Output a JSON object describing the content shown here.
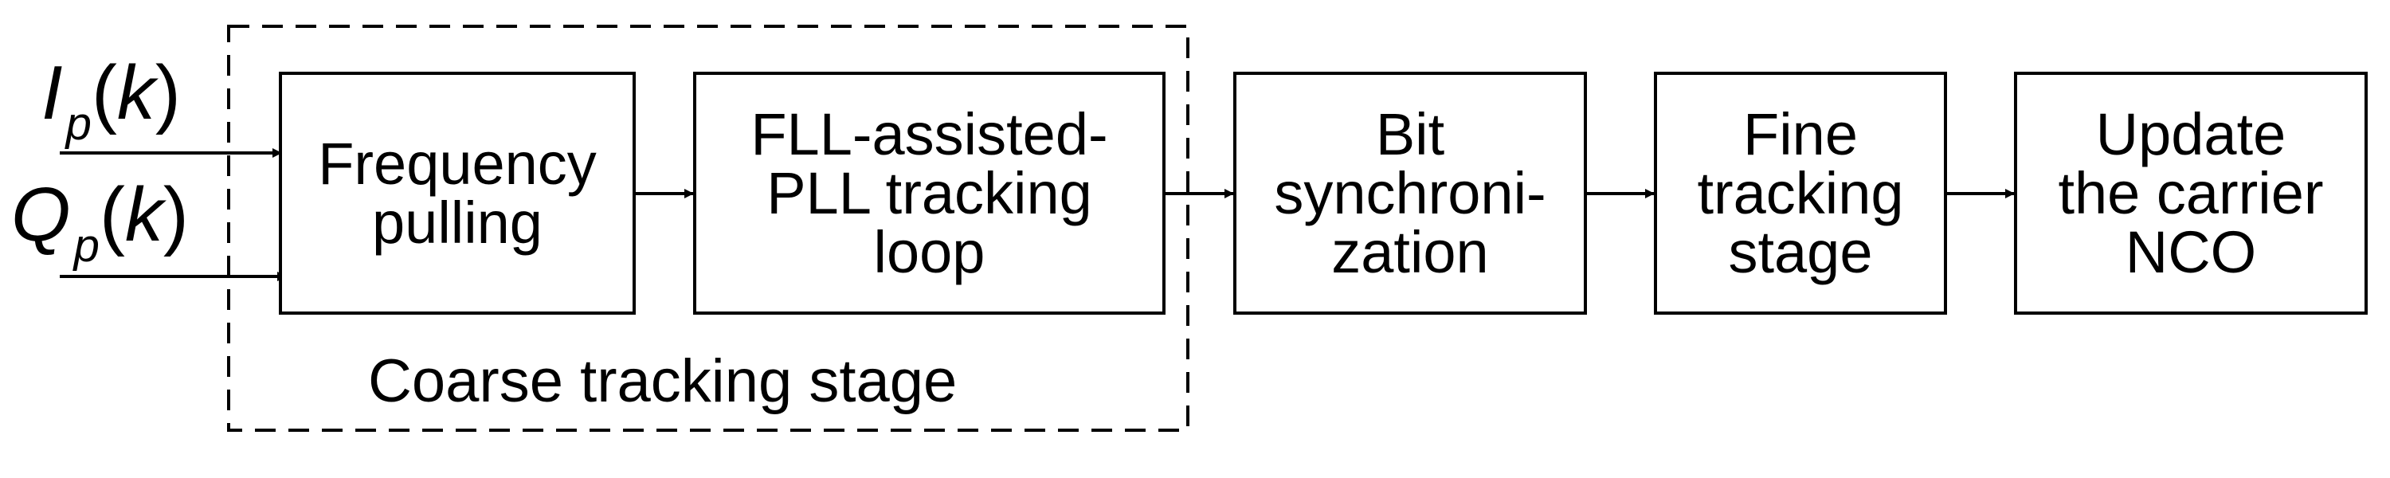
{
  "inputs": {
    "i_signal": {
      "symbol": "I",
      "subscript": "p",
      "open": "(",
      "arg": "k",
      "close": ")"
    },
    "q_signal": {
      "symbol": "Q",
      "subscript": "p",
      "open": "(",
      "arg": "k",
      "close": ")"
    }
  },
  "coarse_group": {
    "caption": "Coarse tracking stage"
  },
  "blocks": {
    "frequency_pulling": "Frequency\npulling",
    "fll_pll": "FLL-assisted-\nPLL tracking\nloop",
    "bit_sync": "Bit\nsynchroni-\nzation",
    "fine_tracking": "Fine\ntracking\nstage",
    "update_nco": "Update\nthe carrier\nNCO"
  }
}
